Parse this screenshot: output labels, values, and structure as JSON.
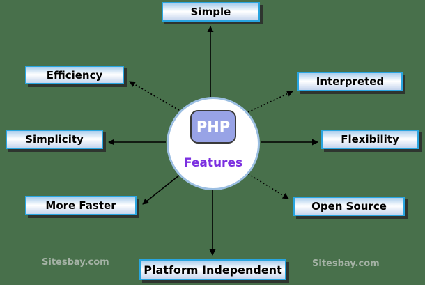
{
  "diagram": {
    "center": {
      "title": "PHP",
      "subtitle": "Features"
    },
    "nodes": [
      {
        "label": "Simple"
      },
      {
        "label": "Interpreted"
      },
      {
        "label": "Flexibility"
      },
      {
        "label": "Open Source"
      },
      {
        "label": "Platform Independent"
      },
      {
        "label": "More Faster"
      },
      {
        "label": "Simplicity"
      },
      {
        "label": "Efficiency"
      }
    ],
    "watermark_left": "Sitesbay.com",
    "watermark_right": "Sitesbay.com",
    "colors": {
      "background": "#48704B",
      "box_border": "#29A5E0",
      "center_fill": "#98A3E6",
      "subtitle_color": "#7B2FE0",
      "arrow_color": "#000000"
    }
  }
}
